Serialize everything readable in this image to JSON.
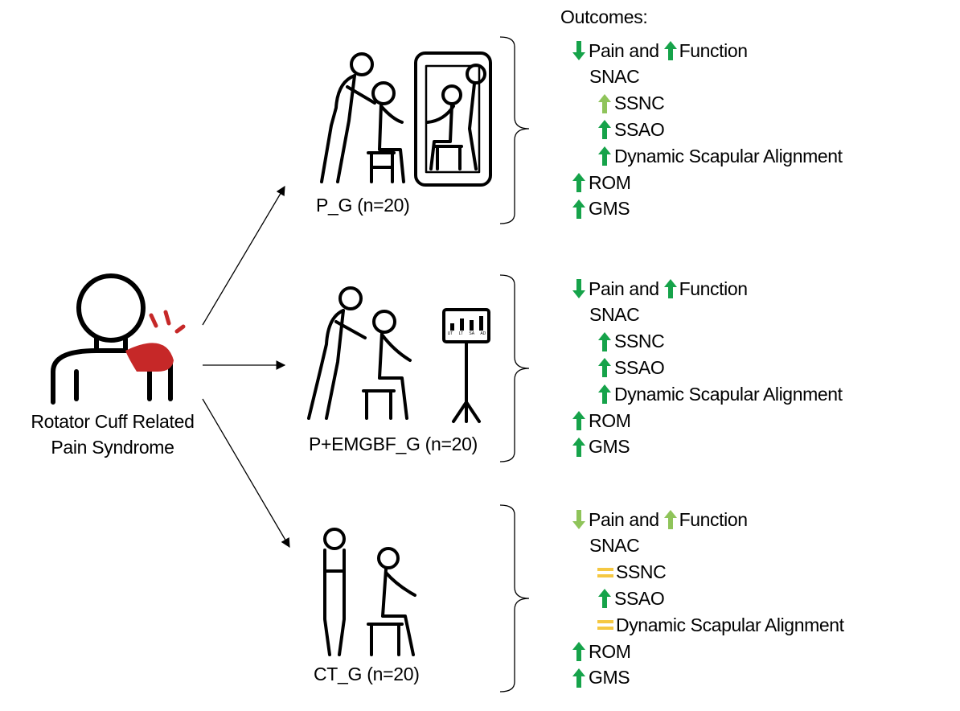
{
  "colors": {
    "improve_strong": "#16a34a",
    "improve_light": "#8fc45a",
    "no_change": "#f5c842",
    "shoulder_pain": "#c62828",
    "line": "#000000"
  },
  "outcomes_title": "Outcomes:",
  "patient": {
    "label_line1": "Rotator Cuff Related",
    "label_line2": "Pain Syndrome"
  },
  "groups": [
    {
      "label": "P_G (n=20)",
      "outcomes": [
        {
          "icons": [
            {
              "type": "arrow-down",
              "color": "#16a34a"
            }
          ],
          "text": "Pain and",
          "icon2": {
            "type": "arrow-up",
            "color": "#16a34a"
          },
          "text2": "Function",
          "indent": 0
        },
        {
          "icons": [],
          "text": "SNAC",
          "indent": 1
        },
        {
          "icons": [
            {
              "type": "arrow-up",
              "color": "#8fc45a"
            }
          ],
          "text": "SSNC",
          "indent": 2
        },
        {
          "icons": [
            {
              "type": "arrow-up",
              "color": "#16a34a"
            }
          ],
          "text": "SSAO",
          "indent": 2
        },
        {
          "icons": [
            {
              "type": "arrow-up",
              "color": "#16a34a"
            }
          ],
          "text": "Dynamic Scapular Alignment",
          "indent": 2
        },
        {
          "icons": [
            {
              "type": "arrow-up",
              "color": "#16a34a"
            }
          ],
          "text": "ROM",
          "indent": 0
        },
        {
          "icons": [
            {
              "type": "arrow-up",
              "color": "#16a34a"
            }
          ],
          "text": "GMS",
          "indent": 0
        }
      ]
    },
    {
      "label": "P+EMGBF_G (n=20)",
      "monitor_labels": [
        "UT",
        "LT",
        "SA",
        "AD"
      ],
      "outcomes": [
        {
          "icons": [
            {
              "type": "arrow-down",
              "color": "#16a34a"
            }
          ],
          "text": "Pain and",
          "icon2": {
            "type": "arrow-up",
            "color": "#16a34a"
          },
          "text2": "Function",
          "indent": 0
        },
        {
          "icons": [],
          "text": "SNAC",
          "indent": 1
        },
        {
          "icons": [
            {
              "type": "arrow-up",
              "color": "#16a34a"
            }
          ],
          "text": "SSNC",
          "indent": 2
        },
        {
          "icons": [
            {
              "type": "arrow-up",
              "color": "#16a34a"
            }
          ],
          "text": "SSAO",
          "indent": 2
        },
        {
          "icons": [
            {
              "type": "arrow-up",
              "color": "#16a34a"
            }
          ],
          "text": "Dynamic Scapular Alignment",
          "indent": 2
        },
        {
          "icons": [
            {
              "type": "arrow-up",
              "color": "#16a34a"
            }
          ],
          "text": "ROM",
          "indent": 0
        },
        {
          "icons": [
            {
              "type": "arrow-up",
              "color": "#16a34a"
            }
          ],
          "text": "GMS",
          "indent": 0
        }
      ]
    },
    {
      "label": "CT_G (n=20)",
      "outcomes": [
        {
          "icons": [
            {
              "type": "arrow-down",
              "color": "#8fc45a"
            }
          ],
          "text": "Pain and",
          "icon2": {
            "type": "arrow-up",
            "color": "#8fc45a"
          },
          "text2": "Function",
          "indent": 0
        },
        {
          "icons": [],
          "text": "SNAC",
          "indent": 1
        },
        {
          "icons": [
            {
              "type": "equals",
              "color": "#f5c842"
            }
          ],
          "text": "SSNC",
          "indent": 2
        },
        {
          "icons": [
            {
              "type": "arrow-up",
              "color": "#16a34a"
            }
          ],
          "text": "SSAO",
          "indent": 2
        },
        {
          "icons": [
            {
              "type": "equals",
              "color": "#f5c842"
            }
          ],
          "text": "Dynamic Scapular Alignment",
          "indent": 2
        },
        {
          "icons": [
            {
              "type": "arrow-up",
              "color": "#16a34a"
            }
          ],
          "text": "ROM",
          "indent": 0
        },
        {
          "icons": [
            {
              "type": "arrow-up",
              "color": "#16a34a"
            }
          ],
          "text": "GMS",
          "indent": 0
        }
      ]
    }
  ]
}
